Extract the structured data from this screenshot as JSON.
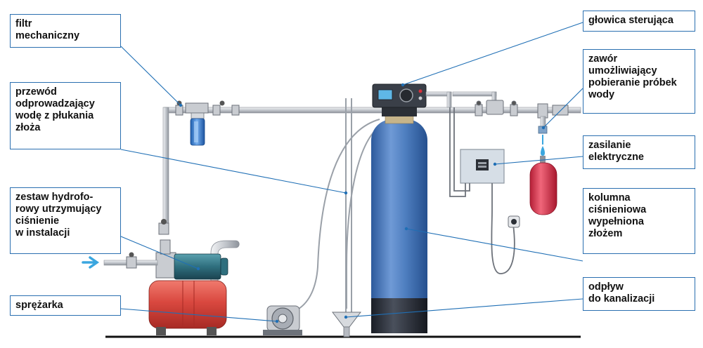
{
  "labels": {
    "filtr": "filtr\nmechaniczny",
    "przewod": "przewód\nodprowadzający\nwodę z płukania\nzłoża",
    "zestaw": "zestaw hydrofo-\nrowy utrzymujący\nciśnienie\nw instalacji",
    "sprezarka": "sprężarka",
    "glowica": "głowica sterująca",
    "zawor": "zawór\numożliwiający\npobieranie próbek\nwody",
    "zasilanie": "zasilanie\nelektryczne",
    "kolumna": "kolumna\nciśnieniowa\nwypełniona\nzłożem",
    "odplyw": "odpływ\ndo kanalizacji"
  },
  "colors": {
    "label_border": "#2a6fb0",
    "leader_line": "#1f6fb5",
    "column_blue": "#4f7fc0",
    "column_base": "#2a2f3a",
    "tank_red": "#d9483f",
    "vessel_red": "#d8324a",
    "motor_teal": "#2f6f7e",
    "filter_blue": "#3b7fd0",
    "pipe_gray": "#c9ccd1",
    "inlet_arrow": "#3aa6df"
  },
  "icons": [
    "inlet-arrow-icon",
    "water-drop-icon",
    "power-socket-icon"
  ]
}
